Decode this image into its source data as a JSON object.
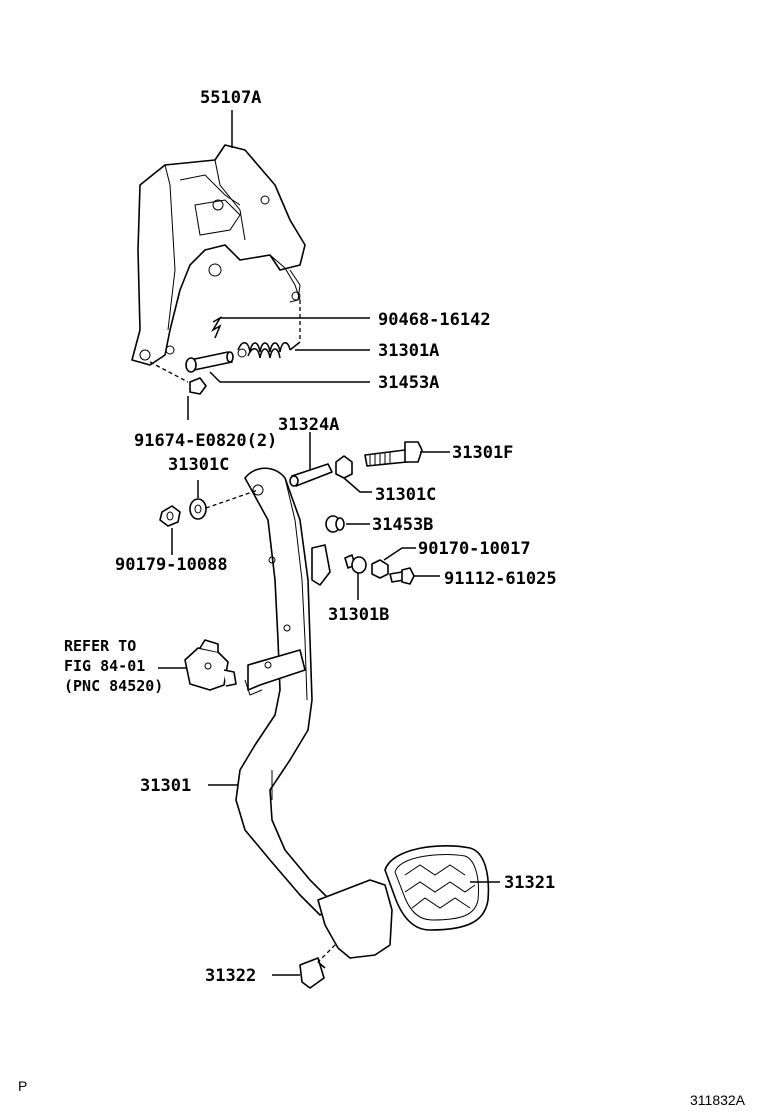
{
  "labels": {
    "p55107a": "55107A",
    "p90468_16142": "90468-16142",
    "p31301a": "31301A",
    "p31453a": "31453A",
    "p91674": "91674-E0820(2)",
    "p31324a": "31324A",
    "p31301f": "31301F",
    "p31301c_left": "31301C",
    "p31301c_right": "31301C",
    "p31453b": "31453B",
    "p90170_10017": "90170-10017",
    "p90179_10088": "90179-10088",
    "p91112_61025": "91112-61025",
    "p31301b": "31301B",
    "refer_line1": "REFER TO",
    "refer_line2": "FIG 84-01",
    "refer_line3": "(PNC 84520)",
    "p31301": "31301",
    "p31321": "31321",
    "p31322": "31322"
  },
  "corner": {
    "left_mark": "P",
    "figure_id": "311832A"
  }
}
